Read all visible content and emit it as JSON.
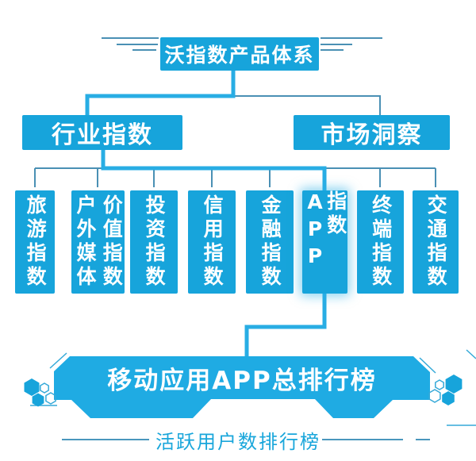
{
  "palette": {
    "box_blue": "#17a4db",
    "banner_blue": "#1fabe3",
    "thick_line_blue": "#28ade4",
    "thin_line_blue": "#4a90b4",
    "divider_blue": "#4a97bd",
    "node_text": "#ffffff",
    "footer_text": "#19a6db"
  },
  "root_node": {
    "label": "沃指数产品体系"
  },
  "level2": {
    "industry": {
      "label": "行业指数"
    },
    "market": {
      "label": "市场洞察"
    }
  },
  "level3": {
    "columns": [
      {
        "labels": [
          "旅游指数"
        ]
      },
      {
        "labels": [
          "户外媒体",
          "价值指数"
        ]
      },
      {
        "labels": [
          "投资指数"
        ]
      },
      {
        "labels": [
          "信用指数"
        ]
      },
      {
        "labels": [
          "金融指数"
        ]
      },
      {
        "labels": [
          "APP指数"
        ],
        "highlight": true
      },
      {
        "labels": [
          "终端指数"
        ]
      },
      {
        "labels": [
          "交通指数"
        ]
      }
    ]
  },
  "banner": {
    "label": "移动应用APP总排行榜"
  },
  "footer": {
    "label": "活跃用户数排行榜"
  }
}
